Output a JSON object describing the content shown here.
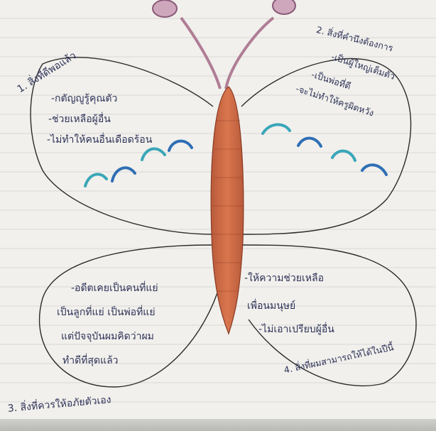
{
  "texts": {
    "q1_title": "1. สิ่งที่ดีพอแล้ว",
    "q1_lines": [
      "-กตัญญูรู้คุณตัว",
      "-ช่วยเหลือผู้อื่น",
      "-ไม่ทำให้คนอื่นเดือดร้อน"
    ],
    "q2_title": "2. สิ่งที่คำนึงต้องการ",
    "q2_lines": [
      "-เป็นผู้ใหญ่เต็มตัว",
      "-เป็นพ่อที่ดี",
      "-จะไม่ทำให้ครูผิดหวัง"
    ],
    "q3_title": "3. สิ่งที่ควรให้อภัยตัวเอง",
    "q3_lines": [
      "-อดีตเคยเป็นคนที่แย่",
      "เป็นลูกที่แย่ เป็นพ่อที่แย่",
      "แต่ปัจจุบันผมคิดว่าผม",
      "ทำดีที่สุดแล้ว"
    ],
    "q4_title": "4. สิ่งที่ผมสามารถให้ได้ในปีนี้",
    "q4_lines": [
      "-ให้ความช่วยเหลือ",
      "เพื่อนมนุษย์",
      "-ไม่เอาเปรียบผู้อื่น"
    ]
  },
  "colors": {
    "paper": "#f1f0ec",
    "ink": "#2e3358",
    "body_fill": "#c9643f",
    "antenna": "#b07d95",
    "teal": "#3aa6b8",
    "blue": "#2f6fb5"
  }
}
